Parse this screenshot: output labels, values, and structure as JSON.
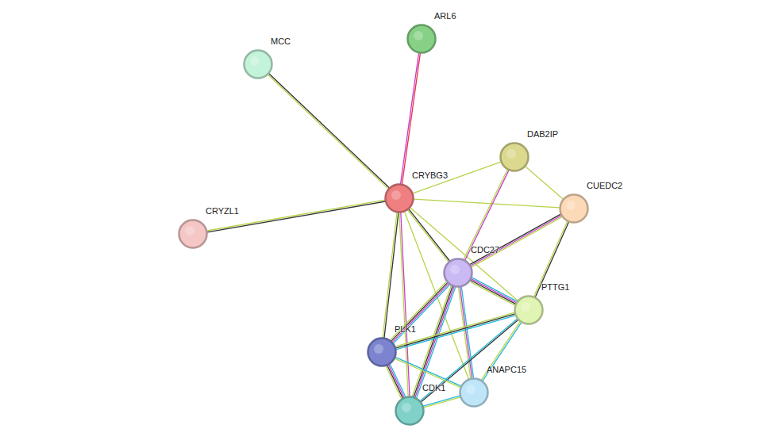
{
  "diagram": {
    "nodes": [
      {
        "text": [
          "ARL6"
        ]
      },
      {
        "text": [
          "MCC"
        ]
      },
      {
        "text": [
          "DAB2IP"
        ]
      },
      {
        "text": [
          "CRYBG3"
        ]
      },
      {
        "text": [
          "CUEDC2"
        ]
      },
      {
        "text": [
          "CRYZL1"
        ]
      },
      {
        "text": [
          "CDC27"
        ]
      },
      {
        "text": [
          "PTTG1"
        ]
      },
      {
        "text": [
          "PLK1"
        ]
      },
      {
        "text": [
          "ANAPC15"
        ]
      },
      {
        "text": [
          "CDK1"
        ]
      }
    ],
    "edges": [
      {
        "from": 0,
        "to": 3,
        "arrow": "none"
      },
      {
        "from": 1,
        "to": 3,
        "arrow": "none"
      },
      {
        "from": 5,
        "to": 3,
        "arrow": "none"
      },
      {
        "from": 3,
        "to": 2,
        "arrow": "none"
      },
      {
        "from": 3,
        "to": 4,
        "arrow": "none"
      },
      {
        "from": 3,
        "to": 6,
        "arrow": "none"
      },
      {
        "from": 3,
        "to": 7,
        "arrow": "none"
      },
      {
        "from": 3,
        "to": 8,
        "arrow": "none"
      },
      {
        "from": 3,
        "to": 10,
        "arrow": "none"
      },
      {
        "from": 3,
        "to": 9,
        "arrow": "none"
      },
      {
        "from": 2,
        "to": 4,
        "arrow": "none"
      },
      {
        "from": 2,
        "to": 6,
        "arrow": "none"
      },
      {
        "from": 4,
        "to": 6,
        "arrow": "none"
      },
      {
        "from": 4,
        "to": 7,
        "arrow": "none"
      },
      {
        "from": 6,
        "to": 7,
        "arrow": "none"
      },
      {
        "from": 6,
        "to": 8,
        "arrow": "none"
      },
      {
        "from": 6,
        "to": 10,
        "arrow": "none"
      },
      {
        "from": 6,
        "to": 9,
        "arrow": "none"
      },
      {
        "from": 7,
        "to": 8,
        "arrow": "none"
      },
      {
        "from": 7,
        "to": 10,
        "arrow": "none"
      },
      {
        "from": 7,
        "to": 9,
        "arrow": "none"
      },
      {
        "from": 8,
        "to": 10,
        "arrow": "none"
      },
      {
        "from": 8,
        "to": 9,
        "arrow": "none"
      },
      {
        "from": 10,
        "to": 9,
        "arrow": "none"
      }
    ]
  }
}
